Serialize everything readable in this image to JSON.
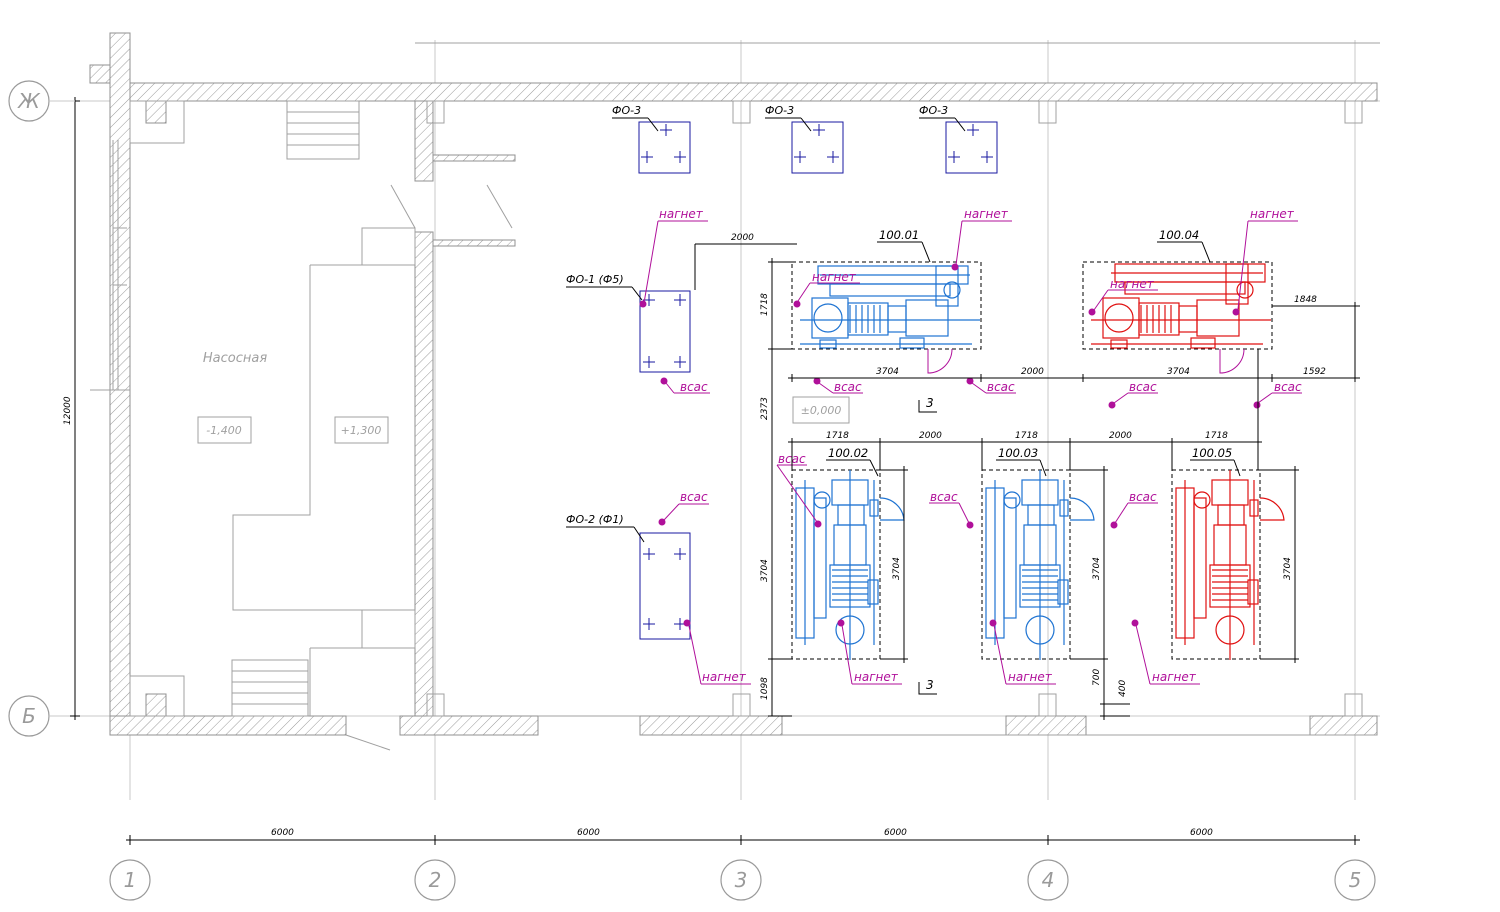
{
  "colors": {
    "blue_equipment": "#1e73d2",
    "red_equipment": "#e01010",
    "magenta_labels": "#b0109a",
    "foundation": "#1a1aa0"
  },
  "axes": {
    "columns": [
      "1",
      "2",
      "3",
      "4",
      "5"
    ],
    "rows": [
      "Ж",
      "Б"
    ]
  },
  "dimensions": {
    "column_spans": [
      "6000",
      "6000",
      "6000",
      "6000"
    ],
    "overall_height": "12000",
    "d2000": "2000",
    "d1718": "1718",
    "d3704": "3704",
    "d1848": "1848",
    "d1592": "1592",
    "d2373": "2373",
    "d1098": "1098",
    "d700": "700",
    "d400": "400"
  },
  "room": {
    "name": "Насосная",
    "level_low": "-1,400",
    "level_high": "+1,300",
    "floor_level": "±0,000"
  },
  "section_mark": "3",
  "foundations": {
    "fo3": "ФО-3",
    "fo1": "ФО-1 (Ф5)",
    "fo2": "ФО-2 (Ф1)"
  },
  "pumps": [
    "100.01",
    "100.04",
    "100.02",
    "100.03",
    "100.05"
  ],
  "pipe_labels": {
    "discharge": "нагнет",
    "suction": "всас"
  }
}
